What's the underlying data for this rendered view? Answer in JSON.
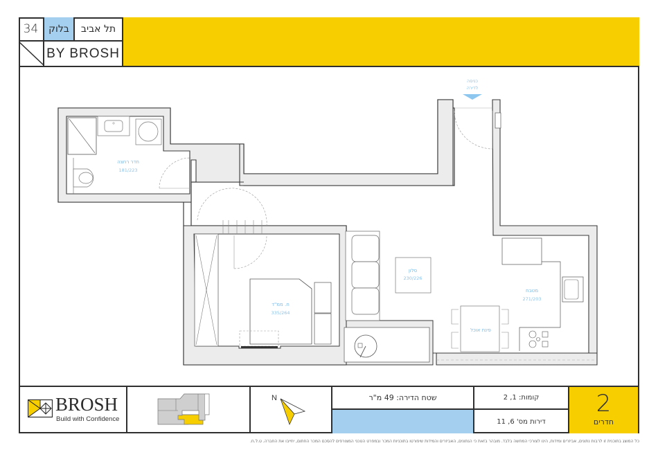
{
  "header": {
    "building_number": "34",
    "block_label": "בלוק",
    "city": "תל אביב",
    "brand_line": "BY BROSH",
    "accent_color": "#f7cf00",
    "highlight_color": "#a5cfef"
  },
  "plan": {
    "entrance_label_line1": "כניסה",
    "entrance_label_line2": "לדירה",
    "rooms": [
      {
        "name": "חדר רחצה",
        "dims": "181/223"
      },
      {
        "name": "ח. ממ\"ד",
        "dims": "335/264"
      },
      {
        "name": "סלון",
        "dims": "230/226"
      },
      {
        "name": "מטבח",
        "dims": "271/203"
      },
      {
        "name": "פינת אוכל",
        "dims": ""
      }
    ]
  },
  "footer": {
    "logo_word": "BROSH",
    "logo_tagline": "Build with Confidence",
    "north_label": "N",
    "apartment_area": "שטח הדירה: 49 מ\"ר",
    "floors": "קומות: 1, 2",
    "apartment_numbers": "דירות מס' 6, 11",
    "rooms_count": "2",
    "rooms_label": "חדרים"
  },
  "disclaimer": "כל המוצג בתוכנית זו לרבות נתונים, אביזרים ומידות, הינו לצורכי המחשה בלבד. מובהר בזאת כי הנתונים, האביזרים והמידות שיפורטו בתוכניות המכר ובמפרט הטכני המצורפים להסכם המכר החתום, יחייבו את החברה. ט.ל.ח."
}
